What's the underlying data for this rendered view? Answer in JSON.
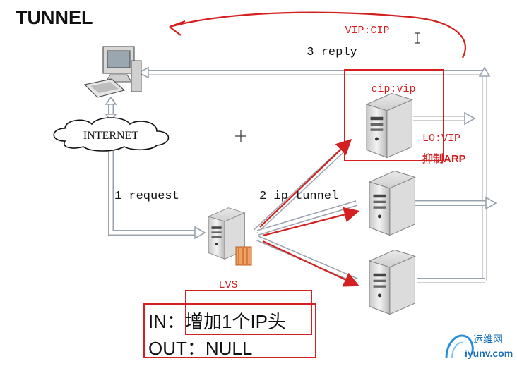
{
  "title": "TUNNEL",
  "nodes": {
    "internet": "INTERNET",
    "lvs": "LVS"
  },
  "labels": {
    "reply": "3 reply",
    "request": "1 request",
    "tunnel": "2 ip tunnel",
    "vip_cip": "VIP:CIP",
    "cip_vip": "cip:vip",
    "lo_vip": "LO:VIP",
    "suppress_arp": "抑制ARP"
  },
  "info": {
    "in_line": "IN：增加1个IP头",
    "out_line": "OUT：NULL"
  },
  "watermark": {
    "name": "运维网",
    "url": "iyunv.com"
  },
  "colors": {
    "accent_red": "#d42020",
    "pipe_gray": "#9aa3ad"
  }
}
